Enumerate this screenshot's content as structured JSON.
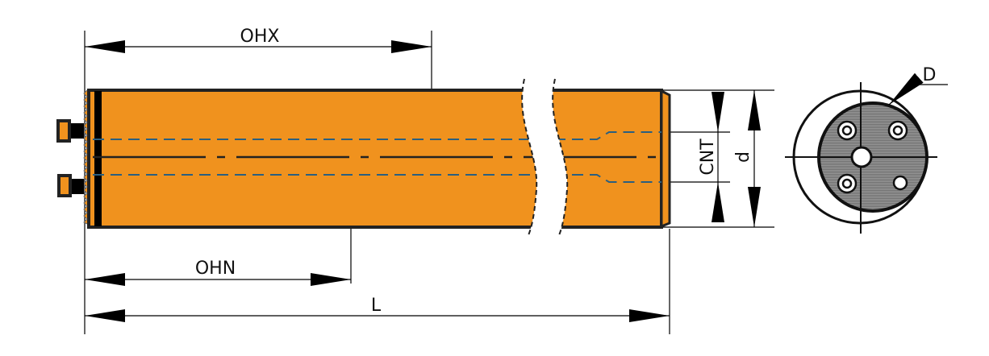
{
  "labels": {
    "ohx": "OHX",
    "ohn": "OHN",
    "l": "L",
    "cnt": "CNT",
    "d_small": "d",
    "d_large": "D"
  },
  "colors": {
    "body": "#F0921E",
    "outline": "#222222",
    "channel": "#2A5F80",
    "face": "#8A8A8A"
  }
}
